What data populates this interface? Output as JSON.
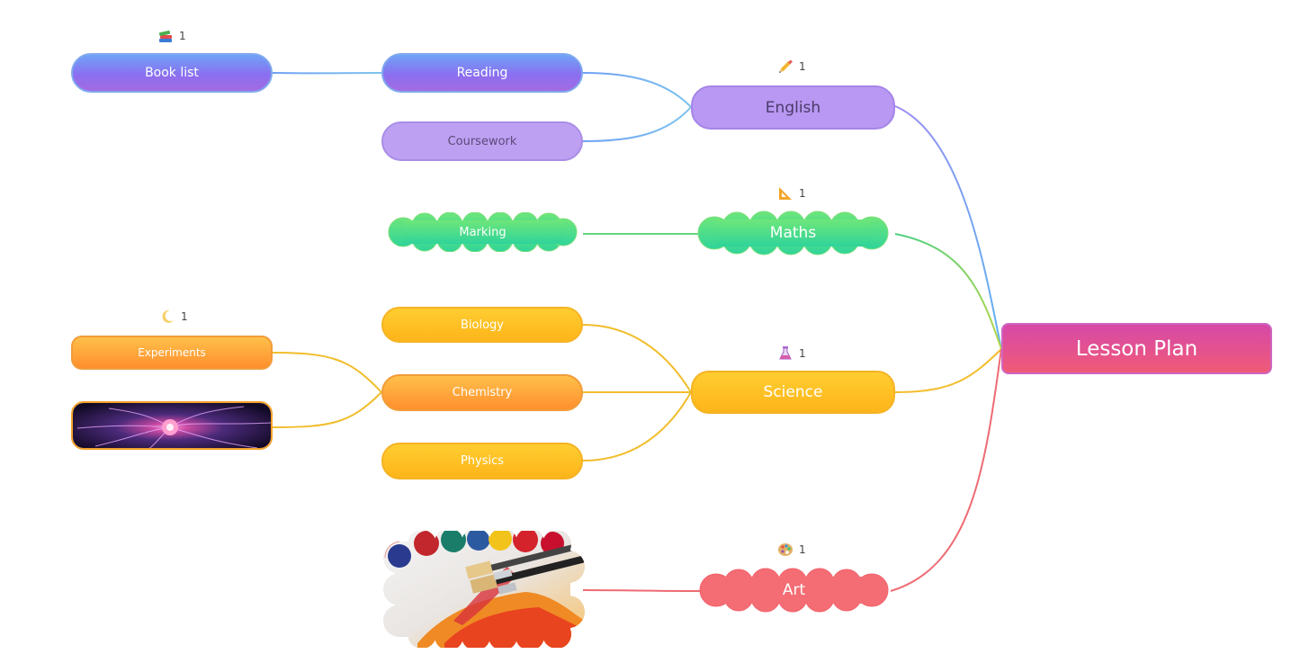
{
  "root": {
    "label": "Lesson Plan"
  },
  "english": {
    "label": "English",
    "badge": {
      "icon": "pencil-icon",
      "count": "1"
    },
    "children": {
      "reading": "Reading",
      "coursework": "Coursework",
      "booklist": "Book list",
      "booklist_badge": {
        "icon": "books-icon",
        "count": "1"
      }
    }
  },
  "maths": {
    "label": "Maths",
    "badge": {
      "icon": "triangle-ruler-icon",
      "count": "1"
    },
    "children": {
      "marking": "Marking"
    }
  },
  "science": {
    "label": "Science",
    "badge": {
      "icon": "flask-icon",
      "count": "1"
    },
    "children": {
      "biology": "Biology",
      "chemistry": "Chemistry",
      "physics": "Physics",
      "experiments": "Experiments",
      "experiments_badge": {
        "icon": "moon-icon",
        "count": "1"
      },
      "image": "plasma-ball-image"
    }
  },
  "art": {
    "label": "Art",
    "badge": {
      "icon": "palette-icon",
      "count": "1"
    },
    "children": {
      "image": "paint-brushes-image"
    }
  },
  "colors": {
    "english": "#b898f2",
    "maths": "#3fd98d",
    "science": "#fdb51a",
    "art": "#f46d74",
    "root": "#e0507f"
  }
}
